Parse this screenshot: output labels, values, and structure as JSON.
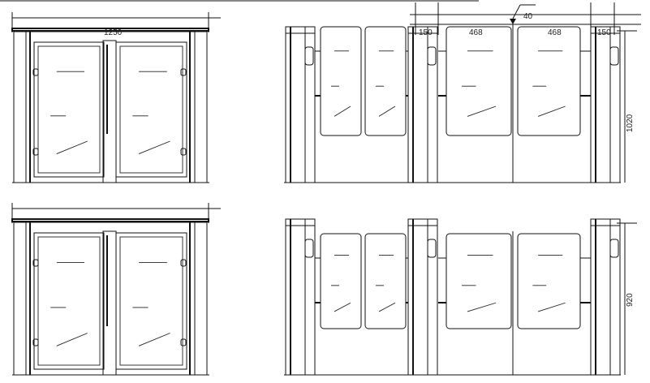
{
  "drawing": {
    "title": "Swing door and gate elevations",
    "dimensions": {
      "door_width": "1250",
      "post_width_left": "150",
      "panel_width_left": "468",
      "gap": "40",
      "panel_width_right": "468",
      "post_width_right": "150",
      "height_top": "1020",
      "height_bottom": "920"
    },
    "colors": {
      "line": "#111111",
      "background": "#ffffff"
    }
  }
}
